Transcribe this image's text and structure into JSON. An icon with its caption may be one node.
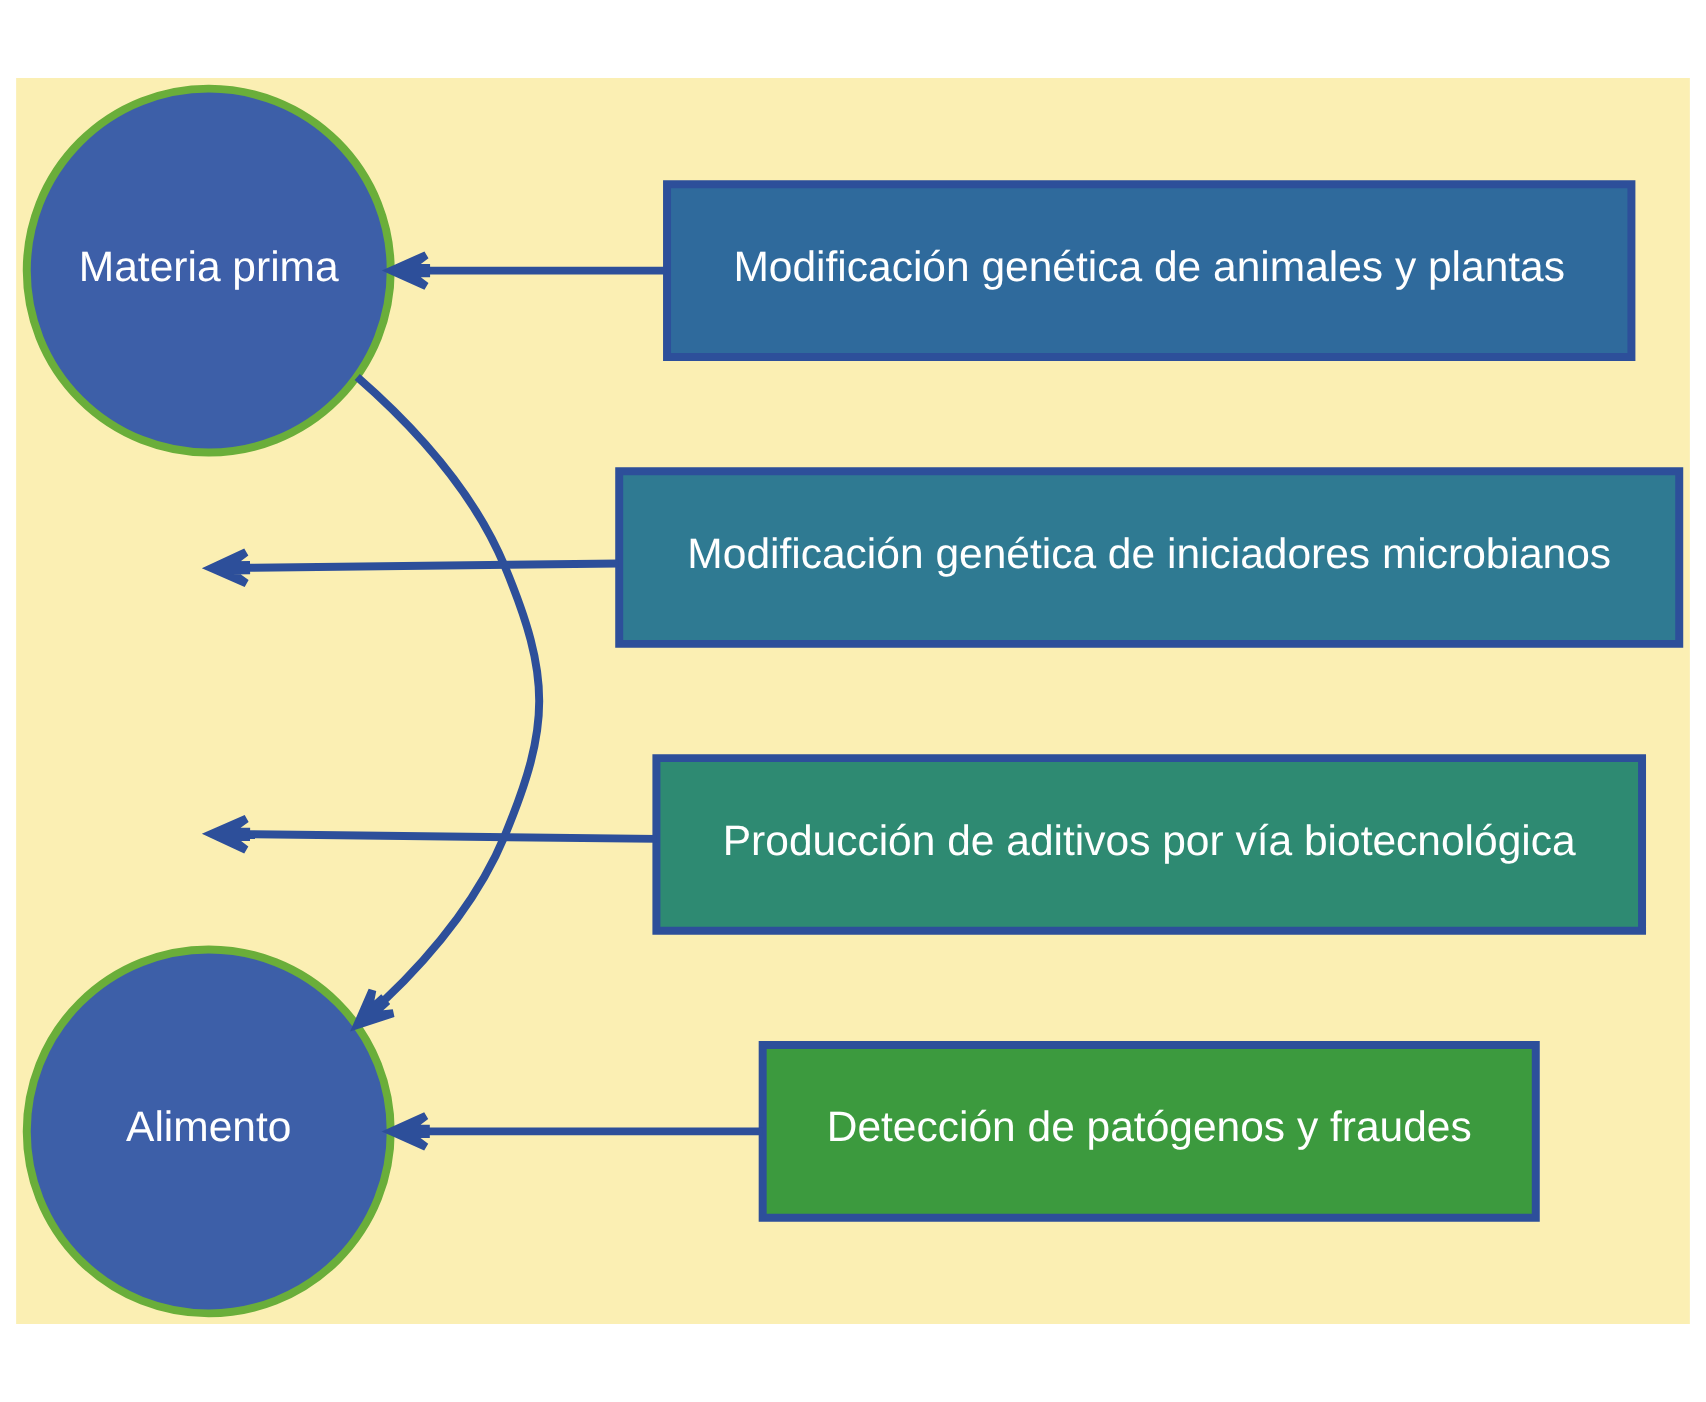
{
  "diagram": {
    "nodes": [
      {
        "text": [
          "Materia prima"
        ]
      },
      {
        "text": [
          "Alimento"
        ]
      },
      {
        "text": [
          "Modificación genética de animales y plantas"
        ]
      },
      {
        "text": [
          "Modificación genética de iniciadores microbianos"
        ]
      },
      {
        "text": [
          "Producción de aditivos por vía biotecnológica"
        ]
      },
      {
        "text": [
          "Detección de patógenos y fraudes"
        ]
      }
    ],
    "edges": [
      {
        "from": 0,
        "to": 1,
        "arrow": "to"
      },
      {
        "from": 2,
        "to": 0,
        "arrow": "to"
      },
      {
        "from": 3,
        "to": null,
        "arrow": "to"
      },
      {
        "from": 4,
        "to": null,
        "arrow": "to"
      },
      {
        "from": 5,
        "to": 1,
        "arrow": "to"
      }
    ]
  }
}
